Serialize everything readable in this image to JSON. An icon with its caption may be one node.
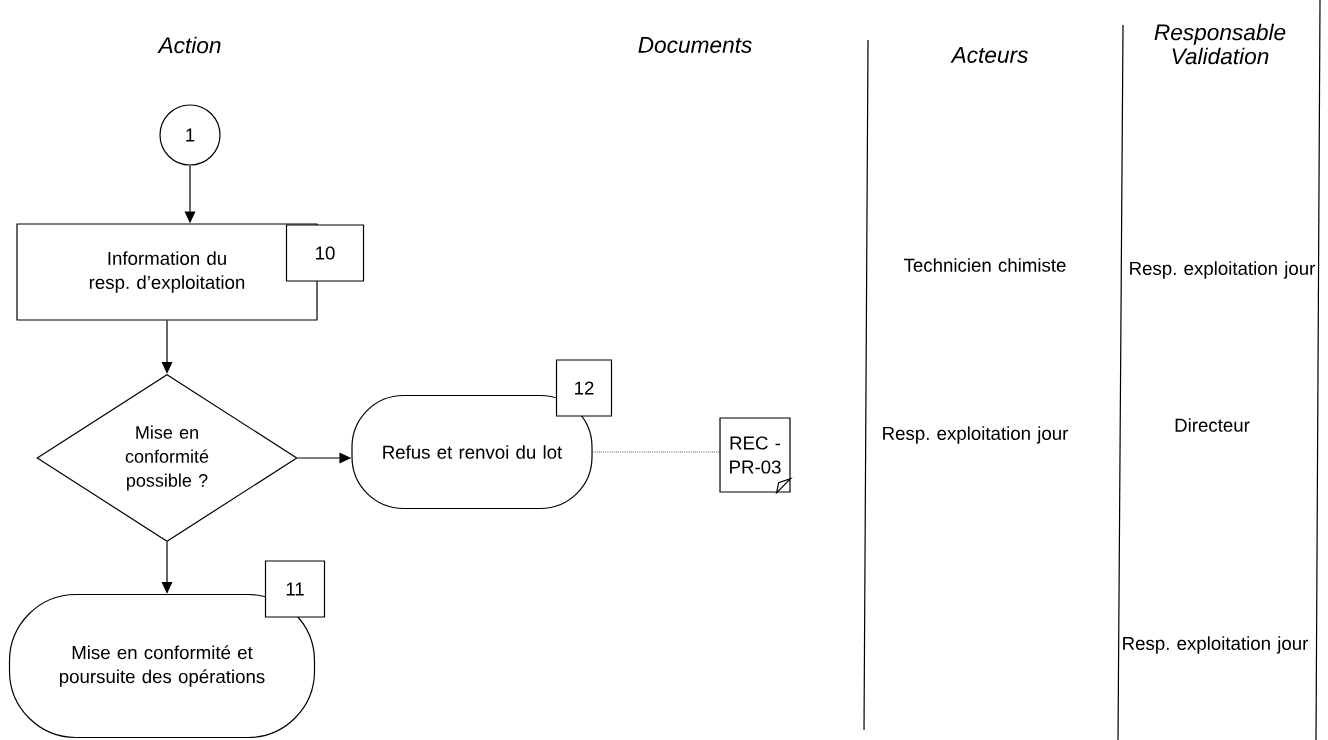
{
  "diagram": {
    "nodes": [
      {
        "text": [
          "1"
        ]
      },
      {
        "text": [
          "Information du resp. d’exploitation"
        ]
      },
      {
        "text": [
          "10"
        ]
      },
      {
        "text": [
          "Mise en conformité possible ?"
        ]
      },
      {
        "text": [
          "Refus et renvoi du lot"
        ]
      },
      {
        "text": [
          "12"
        ]
      },
      {
        "text": [
          "REC - PR-03"
        ]
      },
      {
        "text": [
          "Mise en conformité et poursuite des opérations"
        ]
      },
      {
        "text": [
          "11"
        ]
      }
    ],
    "edges": [
      {
        "from": 0,
        "to": 1,
        "arrow": "to"
      },
      {
        "from": 1,
        "to": 3,
        "arrow": "to"
      },
      {
        "from": 3,
        "to": 4,
        "arrow": "to"
      },
      {
        "from": 3,
        "to": 7,
        "arrow": "to"
      },
      {
        "from": 4,
        "to": 6,
        "arrow": "none",
        "style": "dashed"
      }
    ],
    "labels": [
      "Action",
      "Documents",
      "Acteurs",
      "Responsable Validation",
      "Technicien chimiste",
      "Resp. exploitation jour",
      "Resp. exploitation jour",
      "Directeur",
      "Resp. exploitation jour"
    ]
  }
}
